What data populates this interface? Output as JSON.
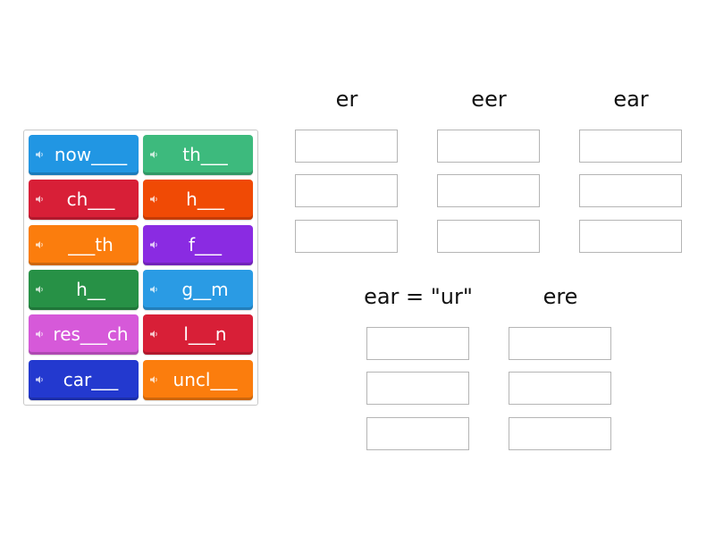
{
  "tiles": [
    {
      "label": "now____",
      "color": "#2196e3",
      "col": 0,
      "row": 0
    },
    {
      "label": "th___",
      "color": "#3dba7d",
      "col": 1,
      "row": 0
    },
    {
      "label": "ch___",
      "color": "#d81f37",
      "col": 0,
      "row": 1
    },
    {
      "label": "h___",
      "color": "#f04a05",
      "col": 1,
      "row": 1
    },
    {
      "label": "___th",
      "color": "#fb7d0d",
      "col": 0,
      "row": 2
    },
    {
      "label": "f___",
      "color": "#8a2be2",
      "col": 1,
      "row": 2
    },
    {
      "label": "h__",
      "color": "#279146",
      "col": 0,
      "row": 3
    },
    {
      "label": "g__m",
      "color": "#2a9be4",
      "col": 1,
      "row": 3
    },
    {
      "label": "res___ch",
      "color": "#d659d9",
      "col": 0,
      "row": 4
    },
    {
      "label": "l___n",
      "color": "#d81f37",
      "col": 1,
      "row": 4
    },
    {
      "label": "car___",
      "color": "#2339cf",
      "col": 0,
      "row": 5
    },
    {
      "label": "uncl___",
      "color": "#fb7d0d",
      "col": 1,
      "row": 5
    }
  ],
  "icon": "speaker-icon",
  "groups": [
    {
      "label": "er",
      "slots": 3
    },
    {
      "label": "eer",
      "slots": 3
    },
    {
      "label": "ear",
      "slots": 3
    },
    {
      "label": "ear = \"ur\"",
      "slots": 3
    },
    {
      "label": "ere",
      "slots": 3
    }
  ]
}
